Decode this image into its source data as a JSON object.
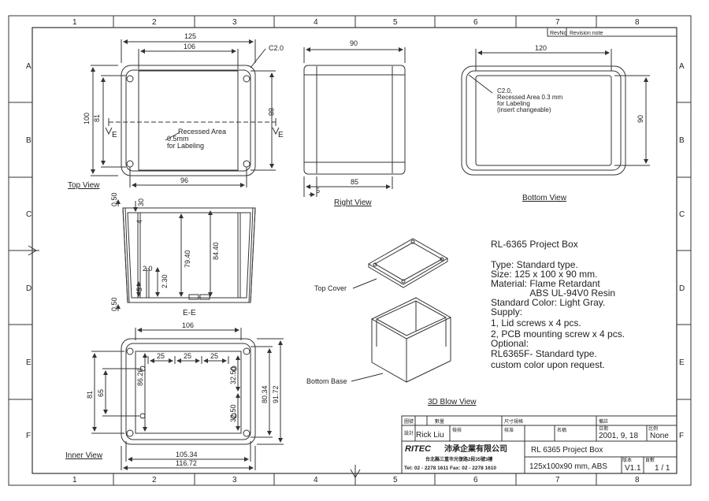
{
  "frame": {
    "col_numbers": [
      "1",
      "2",
      "3",
      "4",
      "5",
      "6",
      "7",
      "8"
    ],
    "row_letters": [
      "A",
      "B",
      "C",
      "D",
      "E",
      "F"
    ]
  },
  "revision": {
    "rev_no": "RevNo",
    "rev_note": "Revision note"
  },
  "top_view": {
    "label": "Top View",
    "dim_125": "125",
    "dim_106": "106",
    "dim_96": "96",
    "dim_100": "100",
    "dim_81": "81",
    "dim_88": "88",
    "chamfer": "C2.0",
    "recess_line1": "Recessed Area",
    "recess_line2": "0.5mm",
    "recess_line3": "for Labeling",
    "section_mark": "E"
  },
  "right_view": {
    "label": "Right View",
    "dim_90": "90",
    "dim_85": "85",
    "dim_5": "5"
  },
  "bottom_view": {
    "label": "Bottom View",
    "dim_120": "120",
    "dim_90": "90",
    "note_line1": "C2.0,",
    "note_line2": "Recessed Area 0.3 mm",
    "note_line3": "for Labeling",
    "note_line4": "(insert changeable)"
  },
  "section_view": {
    "label": "E-E",
    "dim_050_top": "0.50",
    "dim_30": "30",
    "dim_4": "4",
    "dim_8440": "84.40",
    "dim_7940": "79.40",
    "dim_20": "2.0",
    "dim_230": "2.30",
    "dim_5": "5",
    "dim_050_bot": "0.50"
  },
  "inner_view": {
    "label": "Inner View",
    "dim_106": "106",
    "dim_25a": "25",
    "dim_25b": "25",
    "dim_25c": "25",
    "dim_81": "81",
    "dim_65": "65",
    "dim_8626": "86.26",
    "dim_3250a": "32.50",
    "dim_3250b": "32.50",
    "dim_8034": "80.34",
    "dim_9172": "91.72",
    "dim_10534": "105.34",
    "dim_11672": "116.72"
  },
  "blow_view": {
    "label": "3D Blow  View",
    "top_cover": "Top Cover",
    "bottom_base": "Bottom Base"
  },
  "spec": {
    "title": "RL-6365 Project Box",
    "lines": [
      "Type: Standard type.",
      "Size: 125 x 100 x 90 mm.",
      "Material: Flame Retardant",
      "               ABS UL-94V0 Resin",
      "Standard Color: Light Gray.",
      "Supply:",
      "1, Lid screws x 4 pcs.",
      "2, PCB mounting screw x 4 pcs.",
      "Optional:",
      "RL6365F- Standard type.",
      "custom color upon request."
    ]
  },
  "title_block": {
    "h_drawing_no": "圖號",
    "h_qty": "數量",
    "h_material_size": "尺寸規格",
    "h_remark": "備註",
    "h_designer": "設計",
    "designer": "Rick Liu",
    "h_checker": "檢核",
    "h_approver": "核准",
    "h_name": "名稱",
    "h_date": "日期",
    "date": "2001, 9, 18",
    "h_scale": "比例",
    "scale": "None",
    "company_logo": "RITEC",
    "company_name": "沛承企業有限公司",
    "company_addr": "台北縣三重市光復路2段35號3樓",
    "company_tel": "Tel: 02 - 2278 1611   Fax: 02 - 2278 1610",
    "part_name": "RL 6365 Project Box",
    "part_spec": "125x100x90 mm, ABS",
    "h_version": "版本",
    "version": "V1.1",
    "h_page": "頁數",
    "page": "1 / 1"
  }
}
